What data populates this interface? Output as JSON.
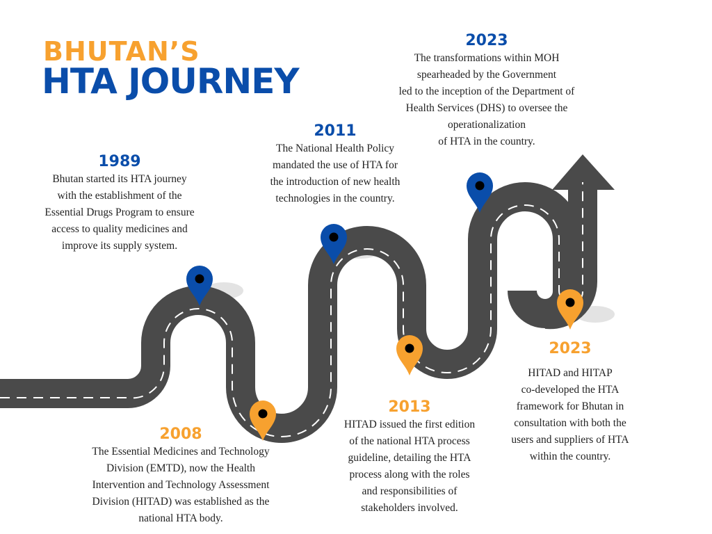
{
  "title": {
    "line1": "BHUTAN’S",
    "line2": "HTA JOURNEY"
  },
  "colors": {
    "road": "#4A4A4A",
    "dash": "#FFFFFF",
    "blue": "#0A4DAA",
    "orange": "#F7A12F",
    "shadow": "#E3E3E3"
  },
  "milestones": [
    {
      "year": "1989",
      "marker_color": "blue",
      "text": "Bhutan started its HTA journey\nwith the establishment of the\nEssential Drugs Program to ensure\naccess to quality medicines and\nimprove its supply system."
    },
    {
      "year": "2008",
      "marker_color": "orange",
      "text": "The Essential Medicines and Technology\nDivision (EMTD), now the Health\nIntervention and Technology Assessment\nDivision (HITAD) was established as the\nnational HTA body."
    },
    {
      "year": "2011",
      "marker_color": "blue",
      "text": "The National Health Policy\nmandated the use of HTA for\nthe introduction of new health\ntechnologies in the country."
    },
    {
      "year": "2013",
      "marker_color": "orange",
      "text": "HITAD issued the first edition\nof the national HTA process\nguideline, detailing the HTA\nprocess along with the roles\nand responsibilities of\nstakeholders involved."
    },
    {
      "year": "2023",
      "marker_color": "blue",
      "text": "The transformations within MOH\nspearheaded by the Government\nled to the inception of the Department of\nHealth Services (DHS) to oversee the\noperationalization\nof HTA in the country."
    },
    {
      "year": "2023",
      "marker_color": "orange",
      "text": "HITAD and HITAP\nco-developed the HTA\nframework for Bhutan in\nconsultation with both the\nusers and suppliers of HTA\nwithin the country."
    }
  ]
}
